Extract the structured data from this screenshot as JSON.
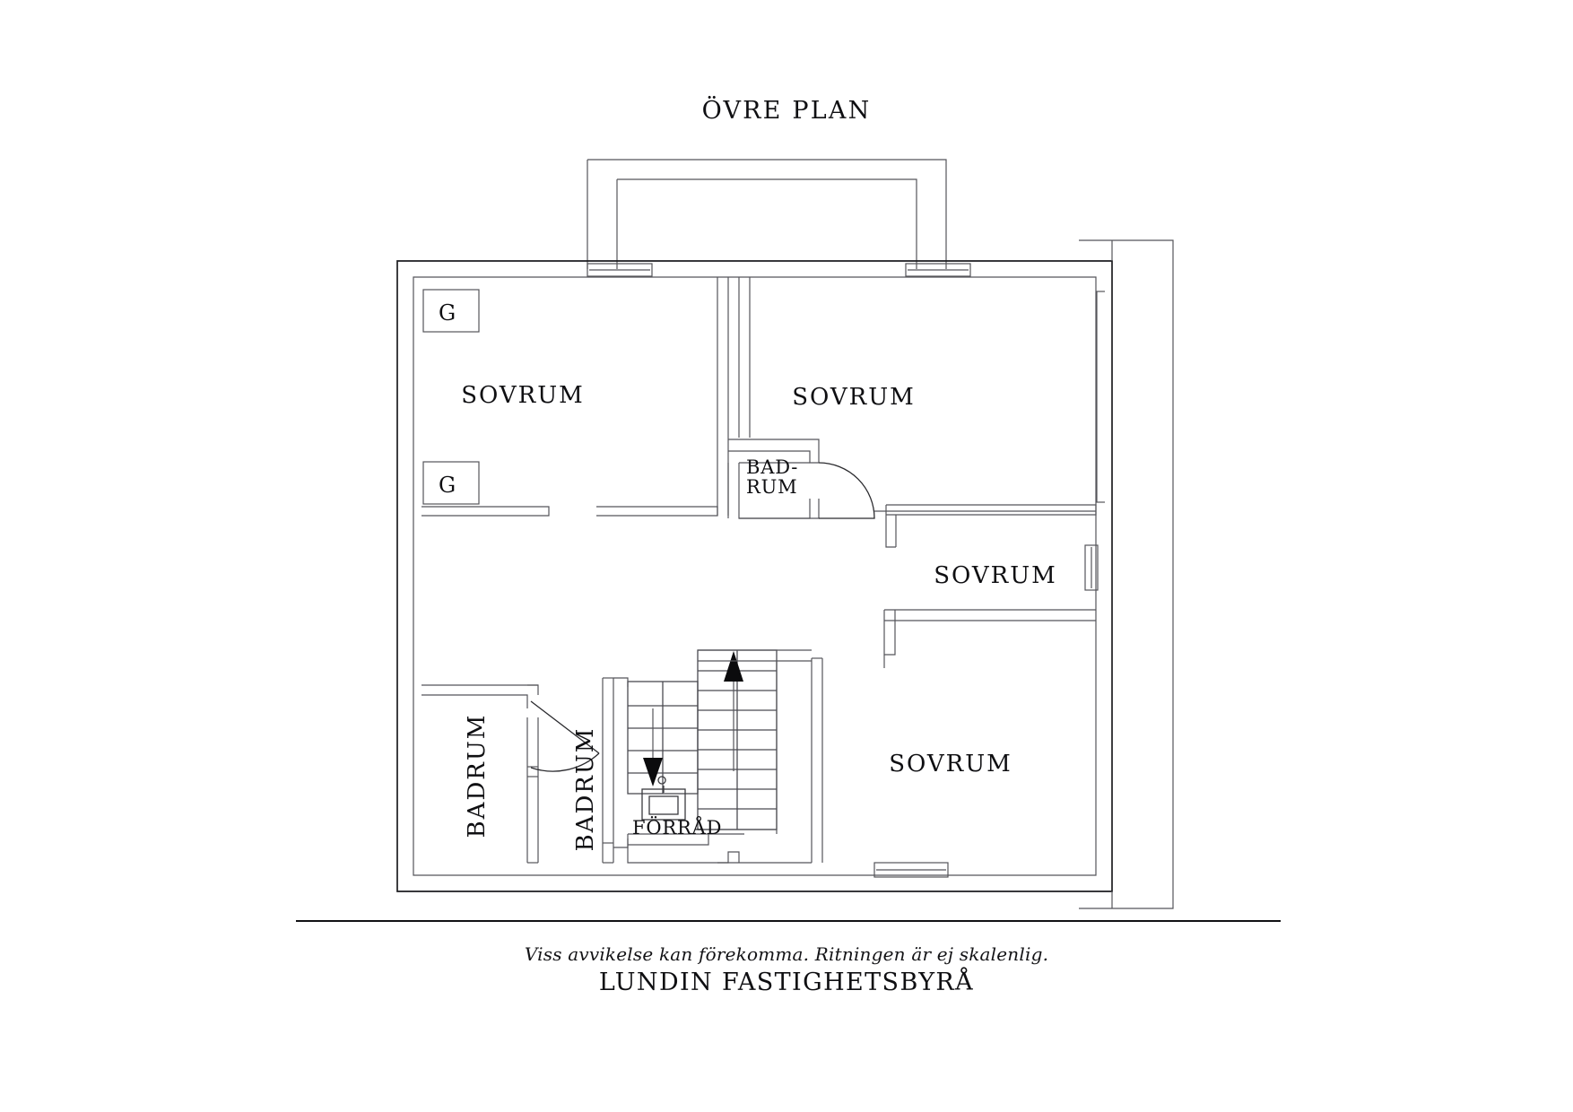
{
  "document": {
    "title": "ÖVRE PLAN",
    "disclaimer": "Viss avvikelse kan förekomma. Ritningen är ej skalenlig.",
    "agency": "LUNDIN FASTIGHETSBYRÅ"
  },
  "floorplan": {
    "plan_name": "ÖVRE PLAN",
    "rooms": [
      {
        "id": "sovrum-nw",
        "label": "SOVRUM",
        "orientation": "horizontal"
      },
      {
        "id": "sovrum-ne",
        "label": "SOVRUM",
        "orientation": "horizontal"
      },
      {
        "id": "sovrum-e",
        "label": "SOVRUM",
        "orientation": "horizontal"
      },
      {
        "id": "sovrum-se",
        "label": "SOVRUM",
        "orientation": "horizontal"
      },
      {
        "id": "badrum-mid-line1",
        "label": "BAD-",
        "orientation": "horizontal"
      },
      {
        "id": "badrum-mid-line2",
        "label": "RUM",
        "orientation": "horizontal"
      },
      {
        "id": "badrum-sw",
        "label": "BADRUM",
        "orientation": "vertical"
      },
      {
        "id": "badrum-s2",
        "label": "BADRUM",
        "orientation": "vertical"
      },
      {
        "id": "forrad",
        "label": "FÖRRÅD",
        "orientation": "horizontal"
      }
    ],
    "closets": [
      {
        "id": "closet-top",
        "label": "G"
      },
      {
        "id": "closet-bottom",
        "label": "G"
      }
    ],
    "stairs": {
      "up_arrow": "▲",
      "down_arrow": "▼",
      "up_flight_steps": 10,
      "down_flight_steps": 5
    },
    "colors": {
      "wall": "#1d1d20",
      "wall_light": "#55555a",
      "text": "#0f0f12",
      "background": "#ffffff"
    }
  }
}
